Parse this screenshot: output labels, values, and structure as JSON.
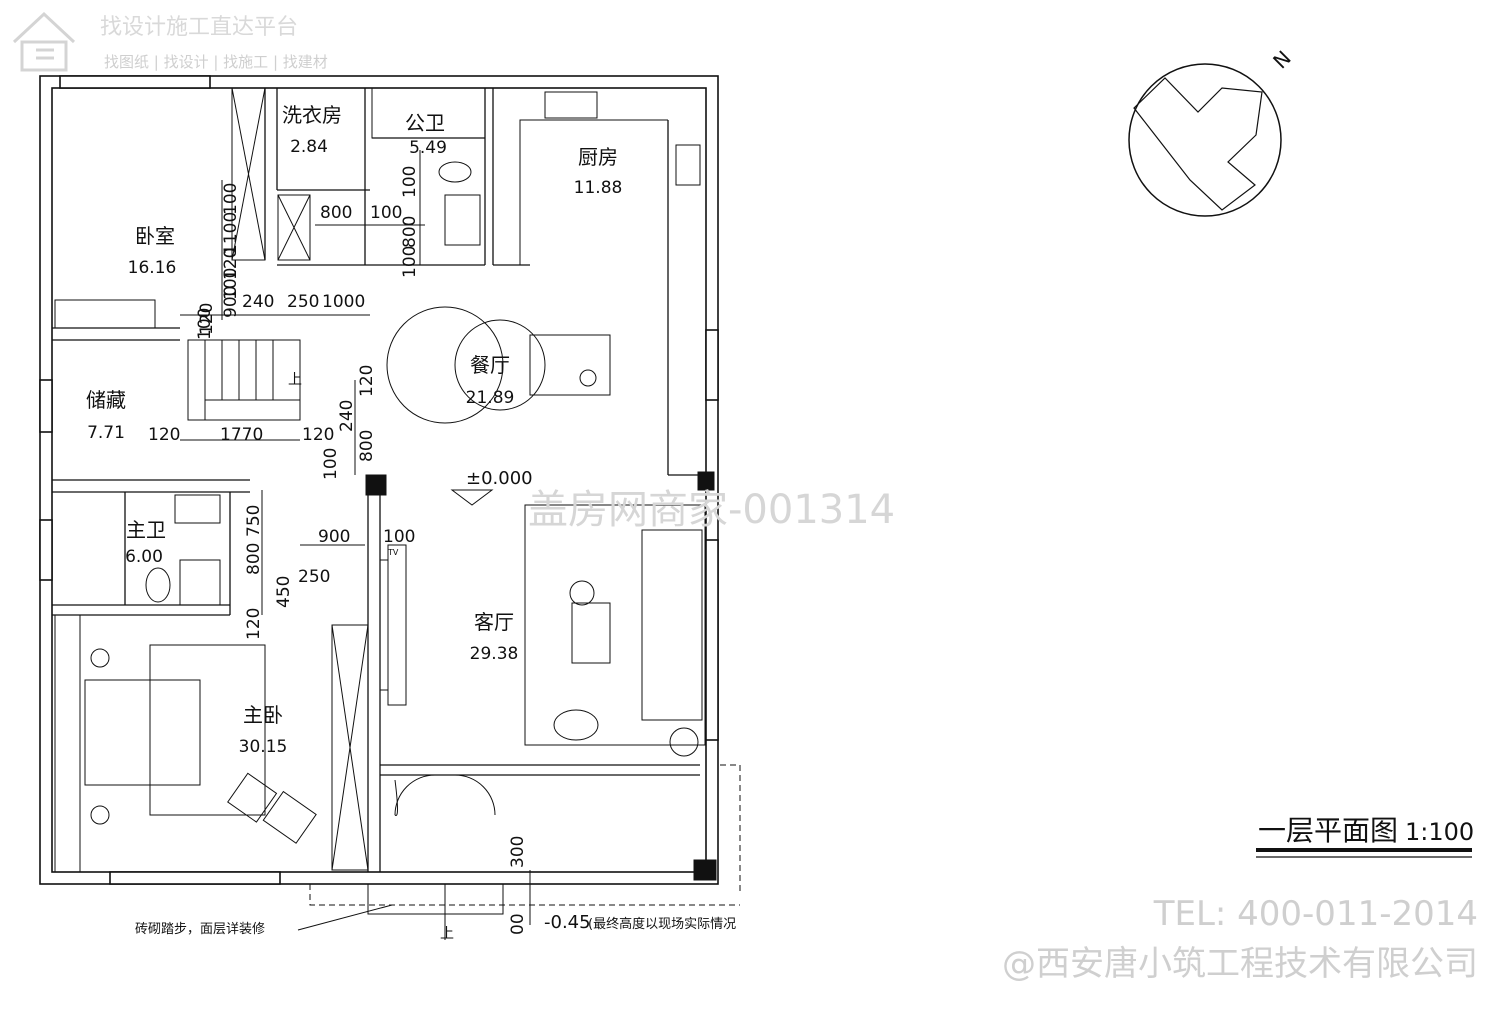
{
  "logo": {
    "title": "找设计施工直达平台",
    "subtitle": "找图纸 | 找设计 | 找施工 | 找建材"
  },
  "rooms": {
    "laundry": {
      "name": "洗衣房",
      "area": "2.84"
    },
    "public_bath": {
      "name": "公卫",
      "area": "5.49"
    },
    "kitchen": {
      "name": "厨房",
      "area": "11.88"
    },
    "bedroom": {
      "name": "卧室",
      "area": "16.16"
    },
    "dining": {
      "name": "餐厅",
      "area": "21.89"
    },
    "storage": {
      "name": "储藏",
      "area": "7.71"
    },
    "master_bath": {
      "name": "主卫",
      "area": "6.00"
    },
    "living": {
      "name": "客厅",
      "area": "29.38"
    },
    "master_bedroom": {
      "name": "主卧",
      "area": "30.15"
    }
  },
  "dimensions": {
    "d800": "800",
    "d100a": "100",
    "d100v": "100",
    "d800v": "800",
    "d100b": "100",
    "d1100": "1100",
    "d100c": "100",
    "d120a": "120",
    "d100d": "100",
    "d900": "900",
    "d120b": "120",
    "d240": "240",
    "d250": "250",
    "d1000": "1000",
    "d100e": "100",
    "d120c": "120",
    "d1770": "1770",
    "d120d": "120",
    "d120e": "120",
    "d240b": "240",
    "d800c": "800",
    "d100f": "100",
    "d900b": "900",
    "d100g": "100",
    "d750": "750",
    "d800d": "800",
    "d250b": "250",
    "d450": "450",
    "d120f": "120",
    "d300": "300",
    "d00": "00"
  },
  "annotations": {
    "level": "±0.000",
    "step_note": "砖砌踏步，面层详装修",
    "level_low": "-0.45",
    "level_note": "(最终高度以现场实际情况",
    "up1": "上",
    "up2": "上",
    "tv": "TV"
  },
  "compass": {
    "label": "N"
  },
  "drawing_title": {
    "title": "一层平面图",
    "scale": "1:100"
  },
  "watermarks": {
    "center": "盖房网商家-001314",
    "tel": "TEL: 400-011-2014",
    "company": "@西安唐小筑工程技术有限公司"
  }
}
